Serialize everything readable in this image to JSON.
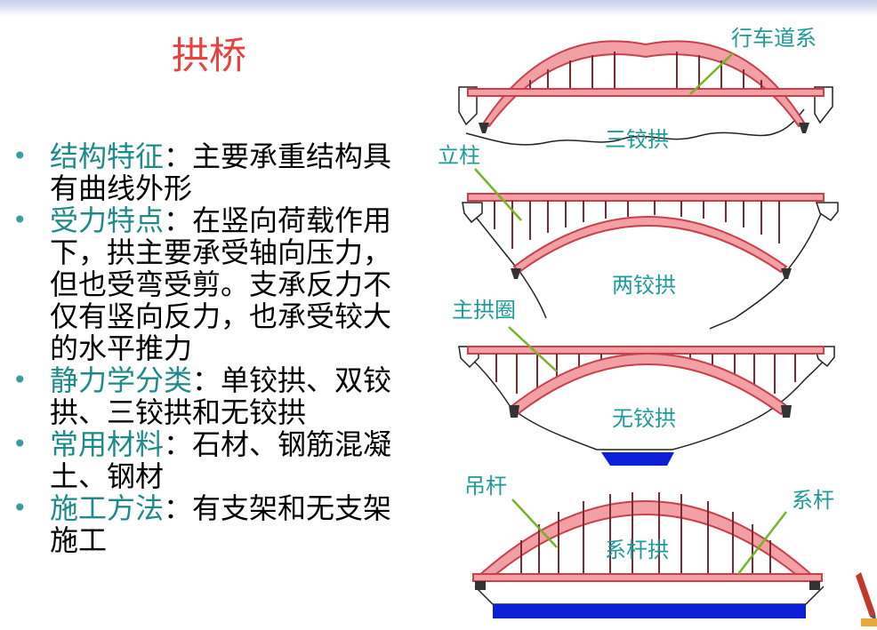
{
  "slide": {
    "title": "拱桥",
    "bullets": [
      {
        "term": "结构特征",
        "separator": "：",
        "text": "主要承重结构具有曲线外形"
      },
      {
        "term": "受力特点",
        "separator": "：",
        "text": "在竖向荷载作用下，拱主要承受轴向压力，但也受弯受剪。支承反力不仅有竖向反力，也承受较大的水平推力"
      },
      {
        "term": "静力学分类",
        "separator": "：",
        "text": "单铰拱、双铰拱、三铰拱和无铰拱"
      },
      {
        "term": "常用材料",
        "separator": "：",
        "text": "石材、钢筋混凝土、钢材"
      },
      {
        "term": "施工方法",
        "separator": "：",
        "text": "有支架和无支架施工"
      }
    ],
    "bullet_symbol": "•"
  },
  "diagram": {
    "labels": {
      "deck_system": "行车道系",
      "three_hinged": "三铰拱",
      "column": "立柱",
      "two_hinged": "两铰拱",
      "main_arch_ring": "主拱圈",
      "hingeless": "无铰拱",
      "hanger": "吊杆",
      "tie_rod": "系杆",
      "tied_arch": "系杆拱"
    }
  },
  "colors": {
    "title": "#e8413e",
    "term": "#1c8a8a",
    "label": "#1c9a9a",
    "arch_fill": "#f2a0a4",
    "arch_stroke": "#c9404a",
    "leader_line": "#73b526",
    "water": "#0a1fd6"
  }
}
